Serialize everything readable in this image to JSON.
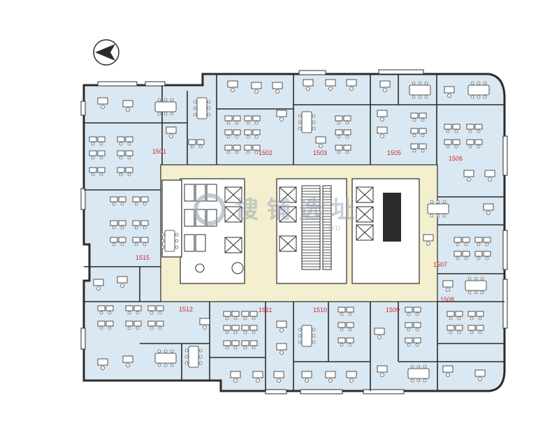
{
  "colors": {
    "office_fill": "#d9e8f2",
    "core_fill": "#f3efcf",
    "wall": "#2b2b2b",
    "label": "#d0282e",
    "desk": "#ffffff",
    "watermark": "#9aa6b2"
  },
  "icons": {
    "north_arrow": "compass-arrow-icon",
    "watermark_logo": "circle-logo-icon"
  },
  "watermark": {
    "text": "搜 铺 选 址",
    "sub": "OU"
  },
  "rooms": [
    {
      "id": "r1501",
      "label": "1501"
    },
    {
      "id": "r1502",
      "label": "1502"
    },
    {
      "id": "r1503",
      "label": "1503"
    },
    {
      "id": "r1505",
      "label": "1505"
    },
    {
      "id": "r1506",
      "label": "1506"
    },
    {
      "id": "r1507",
      "label": "1507"
    },
    {
      "id": "r1508",
      "label": "1508"
    },
    {
      "id": "r1509",
      "label": "1509"
    },
    {
      "id": "r1510",
      "label": "1510"
    },
    {
      "id": "r1511",
      "label": "1511"
    },
    {
      "id": "r1512",
      "label": "1512"
    },
    {
      "id": "r1515",
      "label": "1515"
    }
  ]
}
